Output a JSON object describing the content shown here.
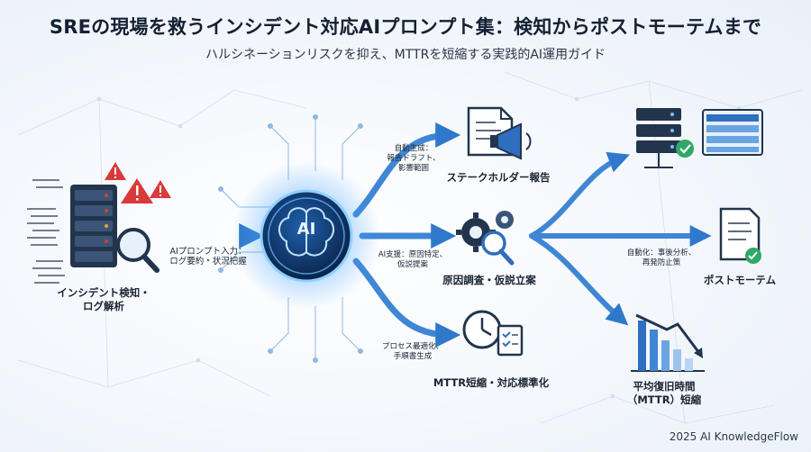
{
  "header": {
    "title": "SREの現場を救うインシデント対応AIプロンプト集：検知からポストモーテムまで",
    "subtitle": "ハルシネーションリスクを抑え、MTTRを短縮する実践的AI運用ガイド"
  },
  "ai_hub": {
    "label": "AI"
  },
  "nodes": {
    "incident_detection": {
      "line1": "インシデント検知・",
      "line2": "ログ解析"
    },
    "stakeholder_report": {
      "label": "ステークホルダー報告"
    },
    "root_cause": {
      "label": "原因調査・仮説立案"
    },
    "mttr_standardize": {
      "label": "MTTR短縮・対応標準化"
    },
    "postmortem": {
      "label": "ポストモーテム"
    },
    "mttr_metric": {
      "line1": "平均復旧時間",
      "line2": "（MTTR）短縮"
    }
  },
  "edges": {
    "input": {
      "line1": "AIプロンプト入力：",
      "line2": "ログ要約・状況把握"
    },
    "auto_generate": {
      "line1": "自動生成：",
      "line2": "報告ドラフト、",
      "line3": "影響範囲"
    },
    "ai_support": {
      "line1": "AI支援：原因特定、",
      "line2": "仮説提案"
    },
    "process": {
      "line1": "プロセス最適化、",
      "line2": "手順書生成"
    },
    "automation": {
      "line1": "自動化：事後分析、",
      "line2": "再発防止策"
    }
  },
  "footer": {
    "credit": "2025 AI KnowledgeFlow"
  },
  "colors": {
    "arrow": "#3f86d4",
    "arrow_light": "#9cc4ec",
    "icon_dark": "#22354d",
    "icon_blue": "#2f6fbf",
    "alert_red": "#d93a3a",
    "check_green": "#2fa866",
    "hub_glow": "#4aa3ff"
  }
}
